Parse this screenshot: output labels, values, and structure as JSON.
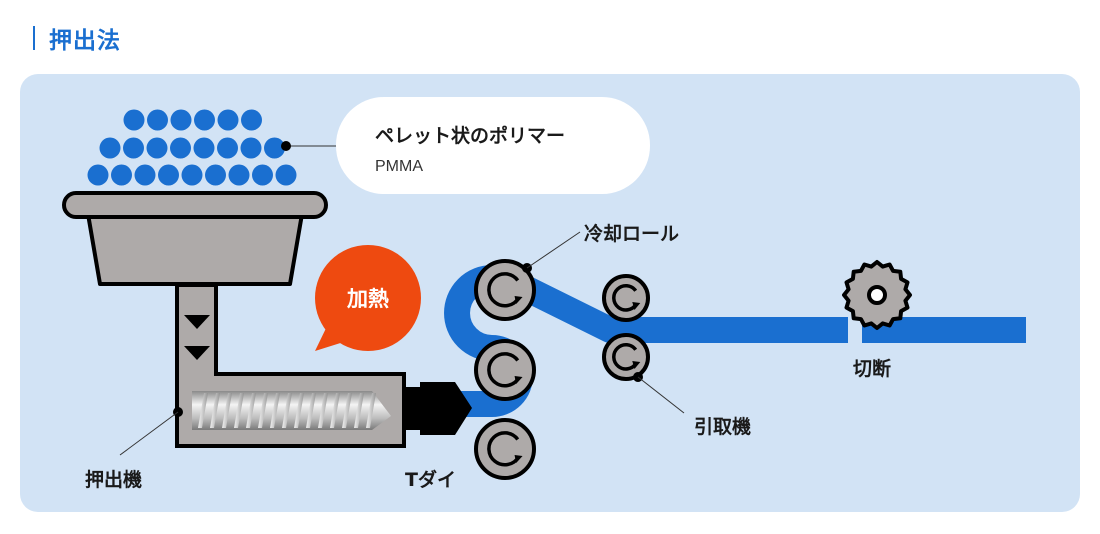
{
  "section": {
    "title": "押出法"
  },
  "diagram": {
    "pellet_callout": {
      "title": "ペレット状のポリマー",
      "subtitle": "PMMA"
    },
    "heat_bubble": "加熱",
    "labels": {
      "extruder": "押出機",
      "t_die": "Tダイ",
      "cooling_roll": "冷却ロール",
      "take_off": "引取機",
      "cutting": "切断"
    },
    "pellet_rows": [
      6,
      8,
      9
    ],
    "colors": {
      "accent": "#1a6fd0",
      "panel_bg": "#d2e3f5",
      "machine_gray": "#aeaaa9",
      "heat": "#ee4a10",
      "outline": "#000000"
    }
  }
}
